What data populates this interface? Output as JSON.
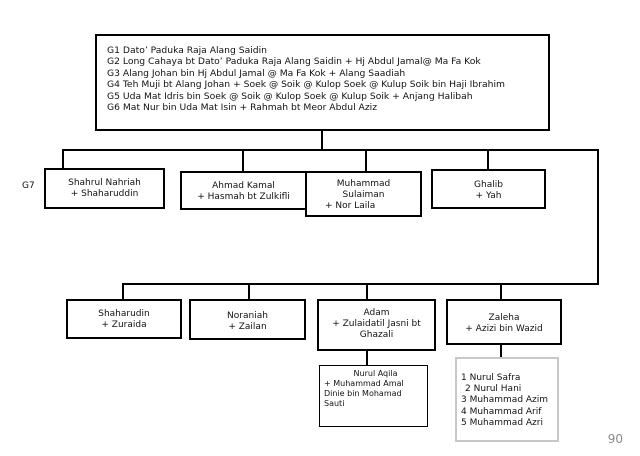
{
  "top": {
    "lines": [
      "G1   Dato’ Paduka Raja Alang Saidin",
      "G2   Long Cahaya bt Dato’ Paduka Raja Alang Saidin + Hj Abdul  Jamal@ Ma Fa Kok",
      "G3   Alang Johan bin Hj Abdul Jamal @ Ma Fa Kok + Alang Saadiah",
      "G4  Teh Muji bt  Alang Johan +  Soek @ Soik  @ Kulop Soek @ Kulup Soik bin Haji Ibrahim",
      "G5   Uda Mat Idris  bin  Soek @ Soik @ Kulop Soek @ Kulup Soik + Anjang Halibah",
      "G6   Mat Nur  bin Uda Mat Isin + Rahmah bt Meor Abdul Aziz"
    ]
  },
  "g7_label": "G7",
  "row1": [
    {
      "l1": "Shahrul Nahriah",
      "l2": "+  Shaharuddin",
      "l3": ""
    },
    {
      "l1": "Ahmad Kamal",
      "l2": "+  Hasmah bt Zulkifli",
      "l3": ""
    },
    {
      "l1": "Muhammad",
      "l2": "Sulaiman",
      "l3": "+  Nor Laila"
    },
    {
      "l1": "Ghalib",
      "l2": "+  Yah",
      "l3": ""
    }
  ],
  "row2": [
    {
      "l1": "Shaharudin",
      "l2": "+  Zuraida",
      "l3": ""
    },
    {
      "l1": "Noraniah",
      "l2": "+  Zailan",
      "l3": ""
    },
    {
      "l1": "Adam",
      "l2": "+  Zulaidatil Jasni bt",
      "l3": "Ghazali"
    },
    {
      "l1": "Zaleha",
      "l2": "+  Azizi bin Wazid",
      "l3": ""
    }
  ],
  "adam_children": {
    "l1": "Nurul Aqila",
    "l2": "+ Muhammad Amal",
    "l3": "Dinie bin Mohamad",
    "l4": "Sauti"
  },
  "zaleha_children": [
    "1   Nurul  Safra",
    "2   Nurul Hani",
    "3   Muhammad Azim",
    "4  Muhammad Arif",
    "5  Muhammad Azri"
  ],
  "page_number": "90"
}
